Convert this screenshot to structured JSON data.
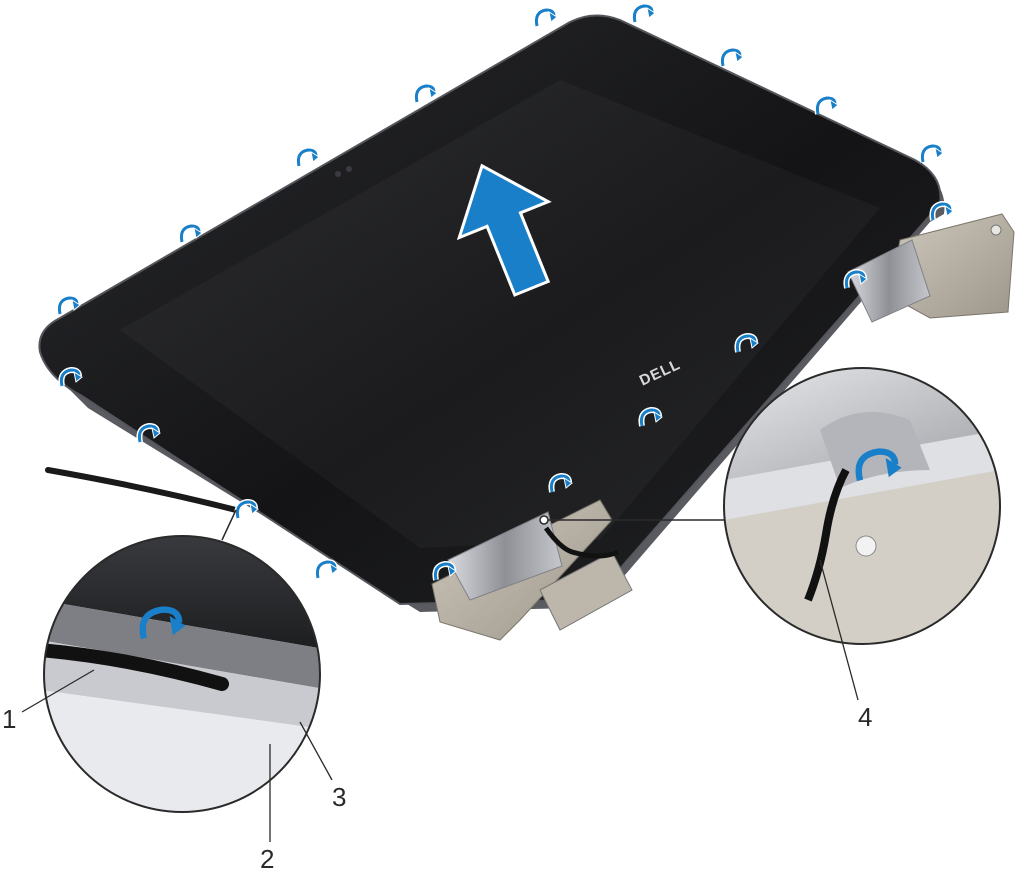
{
  "figure": {
    "logo_text": "DELL",
    "callouts": [
      {
        "id": "1",
        "label": "1"
      },
      {
        "id": "2",
        "label": "2"
      },
      {
        "id": "3",
        "label": "3"
      },
      {
        "id": "4",
        "label": "4"
      }
    ]
  },
  "colors": {
    "panel": "#1b1b1d",
    "bezel_edge": "#4a4b50",
    "metal": "#b9b2a6",
    "hinge": "#a9abb0",
    "arrow_blue": "#1a7fc9",
    "callout_line": "#2a2a2a"
  },
  "icons": [
    "pry-arrow-icon",
    "lift-arrow-icon"
  ]
}
